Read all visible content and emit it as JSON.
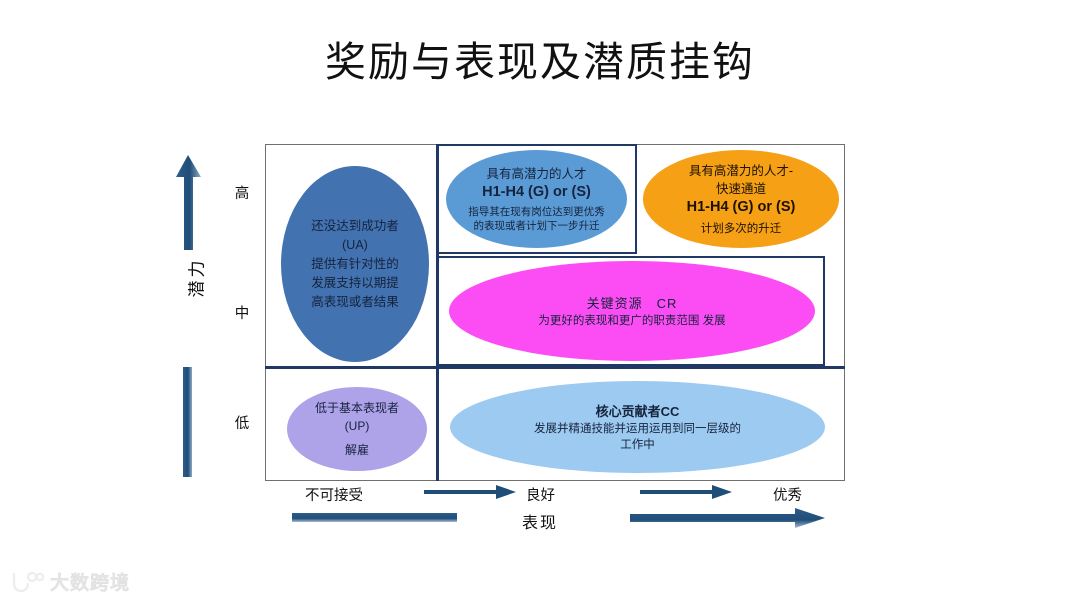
{
  "title": "奖励与表现及潜质挂钩",
  "axes": {
    "y_label": "潜力",
    "y_ticks": {
      "high": "高",
      "mid": "中",
      "low": "低"
    },
    "x_label": "表现",
    "x_ticks": {
      "unacceptable": "不可接受",
      "good": "良好",
      "excellent": "优秀"
    }
  },
  "cells": {
    "under_achiever": {
      "headline": "还没达到成功者\n(UA)",
      "detail": "提供有针对性的\n发展支持以期提\n高表现或者结果",
      "color": "#4272B0"
    },
    "high_potential": {
      "headline": "具有高潜力的人才",
      "code": "H1-H4 (G) or (S)",
      "detail": "指导其在现有岗位达到更优秀\n的表现或者计划下一步升迁",
      "color": "#5B9BD5"
    },
    "fast_track": {
      "headline": "具有高潜力的人才-\n快速通道",
      "code": "H1-H4 (G) or (S)",
      "detail": "计划多次的升迁",
      "color": "#F6A016"
    },
    "critical_resource": {
      "headline": "关键资源　CR",
      "detail": "为更好的表现和更广的职责范围 发展",
      "color": "#FC4CF4"
    },
    "under_performer": {
      "headline": "低于基本表现者\n(UP)",
      "detail": "解雇",
      "color": "#AEA2E8"
    },
    "core_contributor": {
      "headline": "核心贡献者CC",
      "detail": "发展并精通技能并运用运用到同一层级的\n工作中",
      "color": "#9DCAF0"
    }
  },
  "watermark": {
    "text": "大数跨境"
  },
  "chart_data": {
    "type": "table",
    "title": "奖励与表现及潜质挂钩",
    "xlabel": "表现",
    "ylabel": "潜力",
    "x_categories": [
      "不可接受",
      "良好",
      "优秀"
    ],
    "y_categories": [
      "高",
      "中",
      "低"
    ],
    "legend_position": "none",
    "grid": true,
    "cells": [
      {
        "y": "高",
        "x": "不可接受",
        "label": "还没达到成功者 (UA)",
        "note": "提供有针对性的发展支持以期提高表现或者结果",
        "color": "#4272B0"
      },
      {
        "y": "高",
        "x": "良好",
        "label": "具有高潜力的人才 H1-H4 (G) or (S)",
        "note": "指导其在现有岗位达到更优秀的表现或者计划下一步升迁",
        "color": "#5B9BD5"
      },
      {
        "y": "高",
        "x": "优秀",
        "label": "具有高潜力的人才-快速通道 H1-H4 (G) or (S)",
        "note": "计划多次的升迁",
        "color": "#F6A016"
      },
      {
        "y": "中",
        "x": "良好-优秀",
        "label": "关键资源 CR",
        "note": "为更好的表现和更广的职责范围 发展",
        "color": "#FC4CF4"
      },
      {
        "y": "低",
        "x": "不可接受",
        "label": "低于基本表现者 (UP)",
        "note": "解雇",
        "color": "#AEA2E8"
      },
      {
        "y": "低",
        "x": "良好-优秀",
        "label": "核心贡献者CC",
        "note": "发展并精通技能并运用运用到同一层级的工作中",
        "color": "#9DCAF0"
      }
    ]
  }
}
